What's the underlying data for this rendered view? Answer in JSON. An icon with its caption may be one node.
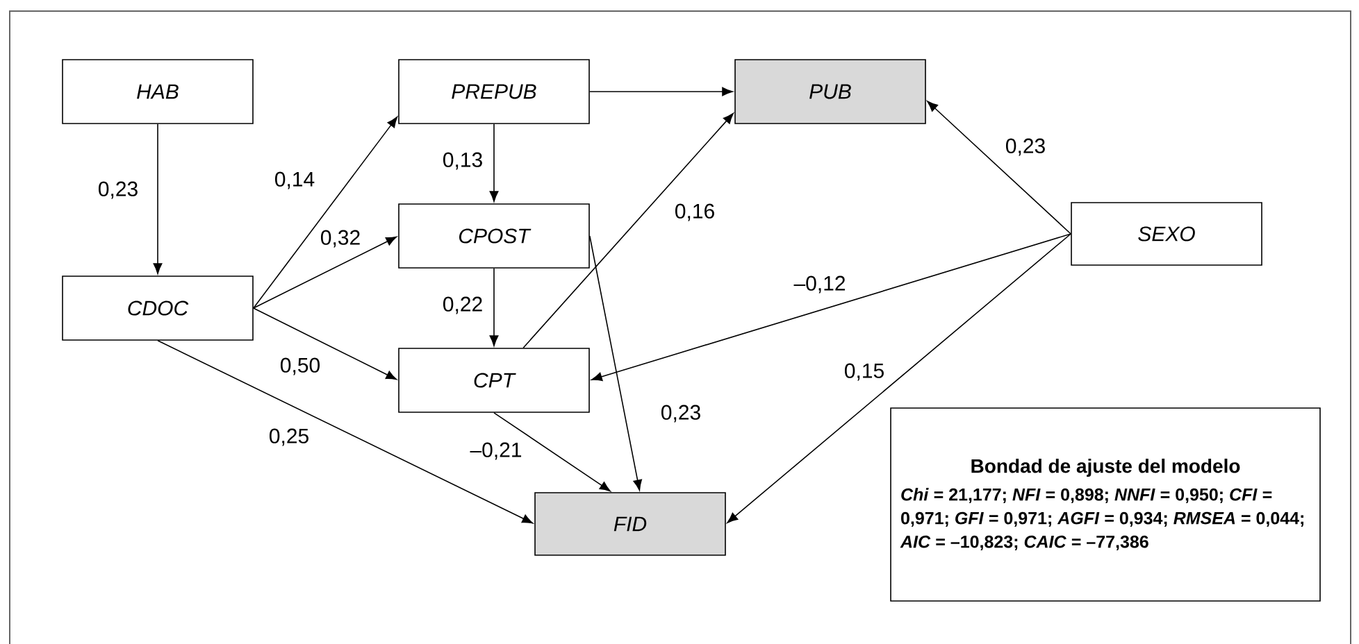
{
  "diagram": {
    "nodes": [
      {
        "text": [
          "HAB"
        ]
      },
      {
        "text": [
          "PREPUB"
        ]
      },
      {
        "text": [
          "PUB"
        ]
      },
      {
        "text": [
          "CPOST"
        ]
      },
      {
        "text": [
          "SEXO"
        ]
      },
      {
        "text": [
          "CDOC"
        ]
      },
      {
        "text": [
          "CPT"
        ]
      },
      {
        "text": [
          "FID"
        ]
      },
      {
        "text": [
          "Bondad de ajuste del modelo",
          "*Chi* = 21,177; *NFI* = 0,898; *NNFI* = 0,950; *CFI* = 0,971; *GFI* = 0,971; *AGFI* = 0,934; *RMSEA* = 0,044; *AIC* = –10,823; *CAIC* = –77,386"
        ]
      }
    ],
    "edges": [
      {
        "from": 0,
        "to": 5,
        "arrow": "to",
        "label": "0,23"
      },
      {
        "from": 5,
        "to": 1,
        "arrow": "to",
        "label": "0,14"
      },
      {
        "from": 5,
        "to": 3,
        "arrow": "to",
        "label": "0,32"
      },
      {
        "from": 5,
        "to": 6,
        "arrow": "to",
        "label": "0,50"
      },
      {
        "from": 5,
        "to": 7,
        "arrow": "to",
        "label": "0,25"
      },
      {
        "from": 1,
        "to": 2,
        "arrow": "to"
      },
      {
        "from": 1,
        "to": 3,
        "arrow": "to",
        "label": "0,13"
      },
      {
        "from": 3,
        "to": 6,
        "arrow": "to",
        "label": "0,22"
      },
      {
        "from": 3,
        "to": 7,
        "arrow": "to",
        "label": "0,23"
      },
      {
        "from": 6,
        "to": 2,
        "arrow": "to",
        "label": "0,16"
      },
      {
        "from": 6,
        "to": 7,
        "arrow": "to",
        "label": "–0,21"
      },
      {
        "from": 4,
        "to": 2,
        "arrow": "to",
        "label": "0,23"
      },
      {
        "from": 4,
        "to": 6,
        "arrow": "to",
        "label": "–0,12"
      },
      {
        "from": 4,
        "to": 7,
        "arrow": "to",
        "label": "0,15"
      }
    ]
  }
}
